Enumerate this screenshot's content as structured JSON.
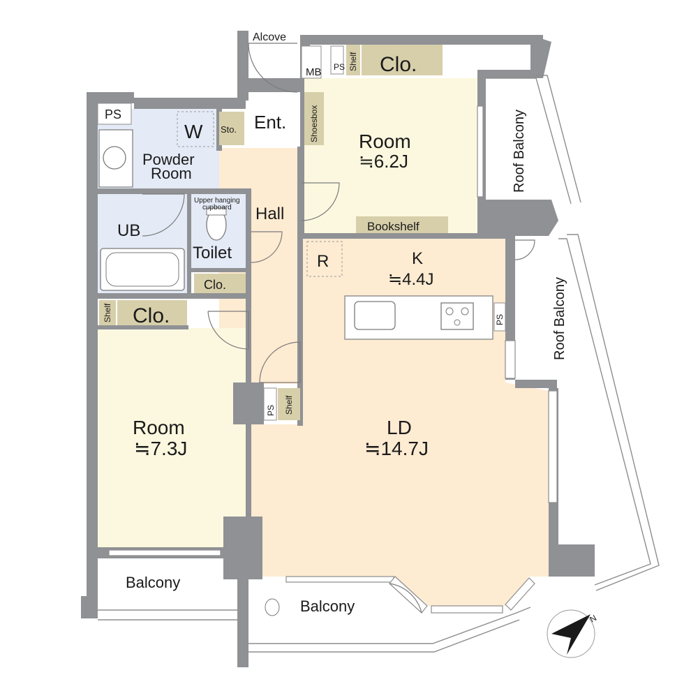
{
  "labels": {
    "alcove": "Alcove",
    "mb": "MB",
    "ps_top": "PS",
    "shelf_top": "Shelf",
    "clo_top": "Clo.",
    "ps_left": "PS",
    "w": "W",
    "sto": "Sto.",
    "ent": "Ent.",
    "shoesbox": "Shoesbox",
    "room_top": "Room",
    "room_top_area": "≒6.2J",
    "roof_balcony_top": "Roof Balcony",
    "powder_room": "Powder",
    "powder_room_2": "Room",
    "upper_hanging_1": "Upper hanging",
    "upper_hanging_2": "cupboard",
    "hall": "Hall",
    "ub": "UB",
    "bookshelf": "Bookshelf",
    "toilet": "Toilet",
    "r": "R",
    "k": "K",
    "k_area": "≒4.4J",
    "clo_mid": "Clo.",
    "shelf_mid": "Shelf",
    "clo_left": "Clo.",
    "ps_kitchen": "PS",
    "roof_balcony_right": "Roof Balcony",
    "ps_center": "PS",
    "shelf_center": "Shelf",
    "room_left": "Room",
    "room_left_area": "≒7.3J",
    "ld": "LD",
    "ld_area": "≒14.7J",
    "balcony_left": "Balcony",
    "balcony_right": "Balcony",
    "compass_n": "N"
  }
}
